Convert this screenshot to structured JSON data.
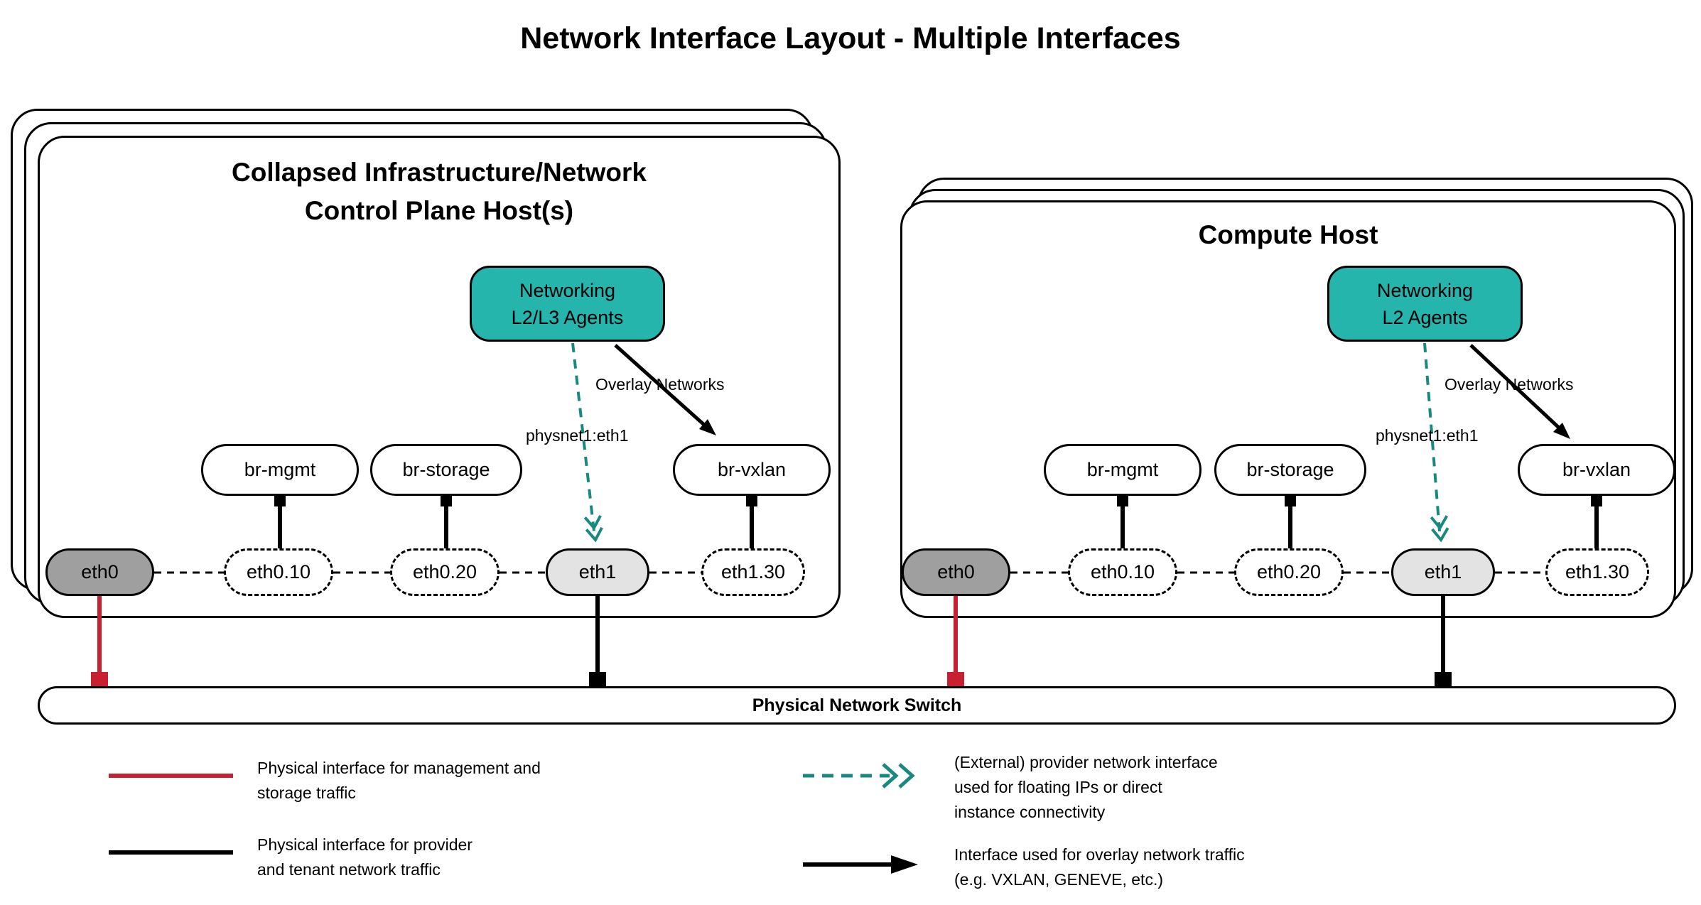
{
  "title": "Network Interface Layout - Multiple Interfaces",
  "hosts": [
    {
      "name": "control-plane-host",
      "title_lines": [
        "Collapsed Infrastructure/Network",
        "Control Plane Host(s)"
      ],
      "agent": {
        "line1": "Networking",
        "line2": "L2/L3 Agents"
      },
      "overlay_label": "Overlay Networks",
      "physnet_label": "physnet1:eth1",
      "bridges": [
        "br-mgmt",
        "br-storage",
        "br-vxlan"
      ],
      "interfaces": [
        "eth0",
        "eth0.10",
        "eth0.20",
        "eth1",
        "eth1.30"
      ]
    },
    {
      "name": "compute-host",
      "title_lines": [
        "Compute Host"
      ],
      "agent": {
        "line1": "Networking",
        "line2": "L2 Agents"
      },
      "overlay_label": "Overlay Networks",
      "physnet_label": "physnet1:eth1",
      "bridges": [
        "br-mgmt",
        "br-storage",
        "br-vxlan"
      ],
      "interfaces": [
        "eth0",
        "eth0.10",
        "eth0.20",
        "eth1",
        "eth1.30"
      ]
    }
  ],
  "switch_label": "Physical Network Switch",
  "legend": [
    {
      "sample": "red-solid-line",
      "lines": [
        "Physical interface for management and",
        "storage traffic"
      ]
    },
    {
      "sample": "black-solid-line",
      "lines": [
        "Physical interface for provider",
        "and tenant network traffic"
      ]
    },
    {
      "sample": "teal-dashed-double-chevron-arrow",
      "lines": [
        "(External) provider network interface",
        "used for floating IPs or direct",
        "instance connectivity"
      ]
    },
    {
      "sample": "black-solid-arrow",
      "lines": [
        "Interface used for overlay network traffic",
        "(e.g. VXLAN, GENEVE, etc.)"
      ]
    }
  ],
  "colors": {
    "agent_fill": "#25b5ac",
    "dashed_arrow": "#17897f",
    "mgmt_line": "#c62031",
    "tenant_line": "#000000",
    "eth0_fill": "#9f9f9f",
    "eth1_fill": "#e3e3e3"
  }
}
